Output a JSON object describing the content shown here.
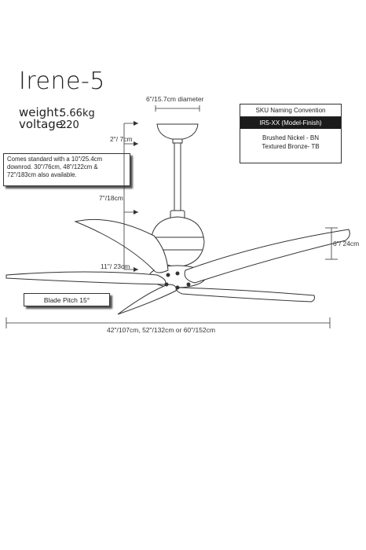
{
  "product": {
    "name": "Irene-5",
    "weight_label": "weight:",
    "weight_value": "5.66kg",
    "voltage_label": "voltage:",
    "voltage_value": "220"
  },
  "dimensions": {
    "canopy_diameter": "6\"/15.7cm diameter",
    "canopy_height": "2\"/ 7cm",
    "downrod_length": "7\"/18cm",
    "motor_height": "11\"/ 23cm",
    "blade_drop": "6\"/ 24cm",
    "blade_span": "42\"/107cm, 52\"/132cm or 60\"/152cm"
  },
  "downrod_note": "Comes standard with a 10\"/25.4cm downrod. 30\"/76cm, 48\"/122cm & 72\"/183cm also available.",
  "blade_pitch": "Blade Pitch 15°",
  "sku": {
    "heading": "SKU Naming Convention",
    "code": "IR5-XX (Model-Finish)",
    "finishes": [
      "Brushed Nickel  - BN",
      "Textured Bronze- TB"
    ]
  },
  "colors": {
    "line": "#333333",
    "sku_code_bg": "#1b1b1b",
    "sku_code_text": "#ffffff"
  }
}
